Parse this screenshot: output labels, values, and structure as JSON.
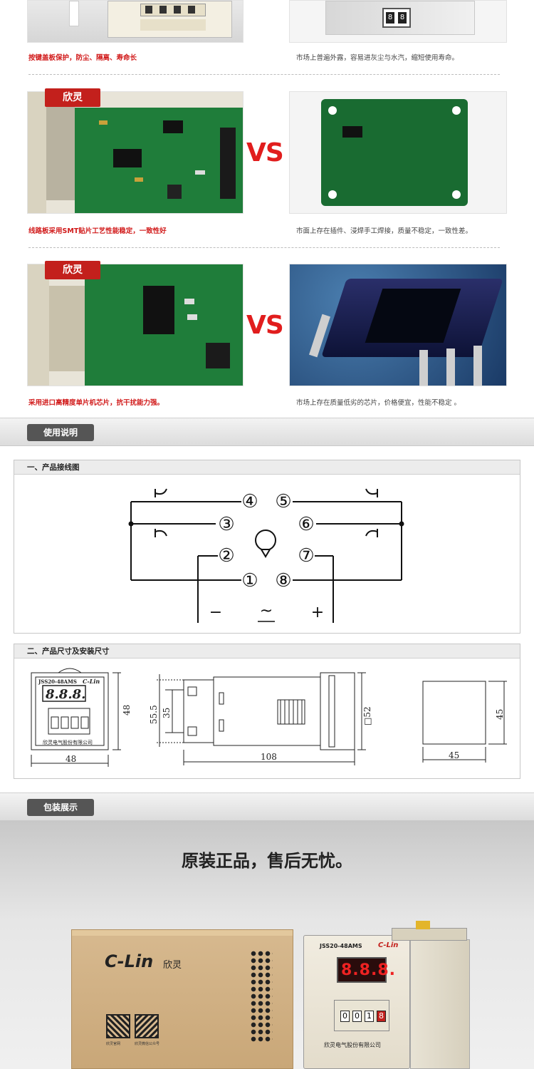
{
  "rows": [
    {
      "left_caption": "按键盖板保护，防尘、隔离、寿命长",
      "right_caption": "市场上普遍外露，容易进灰尘与水汽，缩短使用寿命。"
    },
    {
      "brand_tab": "欣灵",
      "vs": "VS",
      "left_caption": "线路板采用SMT贴片工艺性能稳定，一致性好",
      "right_caption": "市面上存在插件、浸焊手工焊接，质量不稳定，一致性差。"
    },
    {
      "brand_tab": "欣灵",
      "vs": "VS",
      "left_caption": "采用进口高精度单片机芯片，抗干扰能力强。",
      "right_caption": "市场上存在质量低劣的芯片，价格便宜，性能不稳定 。"
    }
  ],
  "usage": {
    "tab": "使用说明",
    "wiring_title": "一、产品接线图",
    "pins": [
      "①",
      "②",
      "③",
      "④",
      "⑤",
      "⑥",
      "⑦",
      "⑧"
    ],
    "minus": "−",
    "ac": "~",
    "plus": "+",
    "dim_title": "二、产品尺寸及安装尺寸",
    "front": {
      "model": "JSS20-48AMS",
      "brand": "C-Lin",
      "digits": "8.8.8.",
      "company": "欣灵电气股份有限公司",
      "w": "48",
      "h": "48"
    },
    "side": {
      "h1": "55.5",
      "h2": "35",
      "len": "108",
      "sq": "□52"
    },
    "cutout": {
      "w": "45",
      "h": "45"
    }
  },
  "package": {
    "tab": "包装展示",
    "slogan": "原装正品，售后无忧。",
    "box_brand": "C-Lin",
    "box_brand_cn": "欣灵",
    "qr1": "欣灵官网",
    "qr2": "欣灵微信公众号",
    "dev_model": "JSS20-48AMS",
    "dev_brand": "C-Lin",
    "dev_digits": "8.8.8.",
    "dev_dials": [
      "0",
      "0",
      "1",
      "8"
    ],
    "dev_company": "欣灵电气股份有限公司"
  },
  "colors": {
    "red": "#e11d1d",
    "pcb": "#1f7d3a",
    "tab": "#555555"
  }
}
